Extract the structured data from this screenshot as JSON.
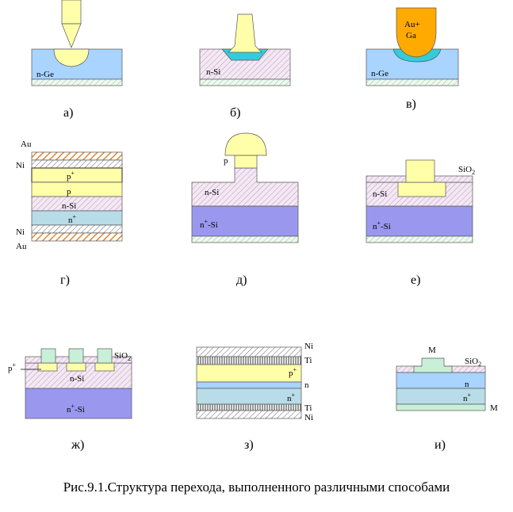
{
  "panels": {
    "a": {
      "letter": "а)",
      "layer": "n-Ge"
    },
    "b": {
      "letter": "б)",
      "layer": "n-Si"
    },
    "v": {
      "letter": "в)",
      "layer": "n-Ge",
      "alloy_top": "Au+",
      "alloy_bottom": "Ga"
    },
    "g": {
      "letter": "г)",
      "au_top": "Au",
      "ni_top": "Ni",
      "p_plus": "p+",
      "p": "p",
      "n_si": "n-Si",
      "n_plus": "n+",
      "ni_bottom": "Ni",
      "au_bottom": "Au"
    },
    "d": {
      "letter": "д)",
      "p": "p",
      "n_si": "n-Si",
      "n_plus_si": "n+-Si"
    },
    "e": {
      "letter": "е)",
      "sio2": "SiO2",
      "n_si": "n-Si",
      "n_plus_si": "n+-Si"
    },
    "zh": {
      "letter": "ж)",
      "sio2": "SiO2",
      "p_plus": "p+",
      "n_si": "n-Si",
      "n_plus_si": "n+-Si"
    },
    "z": {
      "letter": "з)",
      "ni_top": "Ni",
      "ti_top": "Ti",
      "p_plus": "p+",
      "n": "n",
      "n_plus": "n+",
      "ti_bottom": "Ti",
      "ni_bottom": "Ni"
    },
    "i": {
      "letter": "и)",
      "m_top": "M",
      "sio2": "SiO2",
      "n": "n",
      "n_plus": "n+",
      "m_bottom": "M"
    }
  },
  "caption": "Рис.9.1.Структура перехода, выполненного различными способами",
  "colors": {
    "blue": "#a8d4ff",
    "cream": "#ffffaa",
    "pinkHatch": "#e0c8e0",
    "purple": "#9a98ee",
    "cyan": "#33ccdd",
    "orange": "#ffaa00",
    "mint": "#c8f0d8",
    "lightblue": "#b8dce8",
    "hatchOrange": "#dd8833"
  }
}
